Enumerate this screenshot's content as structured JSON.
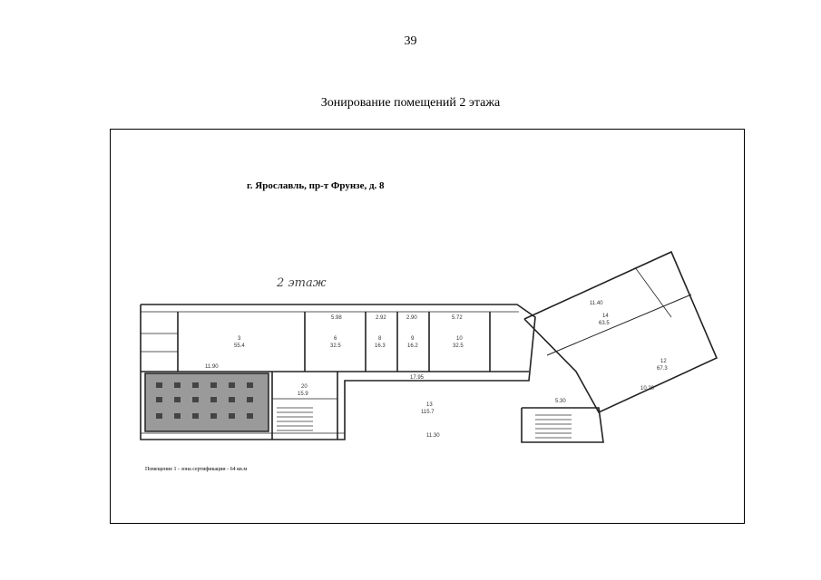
{
  "page_number": "39",
  "title": "Зонирование помещений 2 этажа",
  "plan": {
    "address": "г. Ярославль, пр-т Фрунзе, д. 8",
    "floor_note": "2 этаж",
    "caption": "Помещение 1 - зона сертификации - 64 кв.м",
    "rooms": [
      {
        "no": "3",
        "area": "55.4"
      },
      {
        "no": "6",
        "area": "32.5"
      },
      {
        "no": "8",
        "area": "16.3"
      },
      {
        "no": "9",
        "area": "16.2"
      },
      {
        "no": "10",
        "area": "32.5"
      },
      {
        "no": "13",
        "area": "115.7"
      },
      {
        "no": "20",
        "area": "15.9"
      },
      {
        "no": "14",
        "area": "63.5"
      },
      {
        "no": "12",
        "area": "67.3"
      }
    ],
    "dimensions": [
      "11.90",
      "17.95",
      "11.30",
      "5.30",
      "11.40",
      "10.20",
      "5.98",
      "2.92",
      "2.90",
      "5.72"
    ],
    "highlight_fill": "#9a9a9a"
  }
}
